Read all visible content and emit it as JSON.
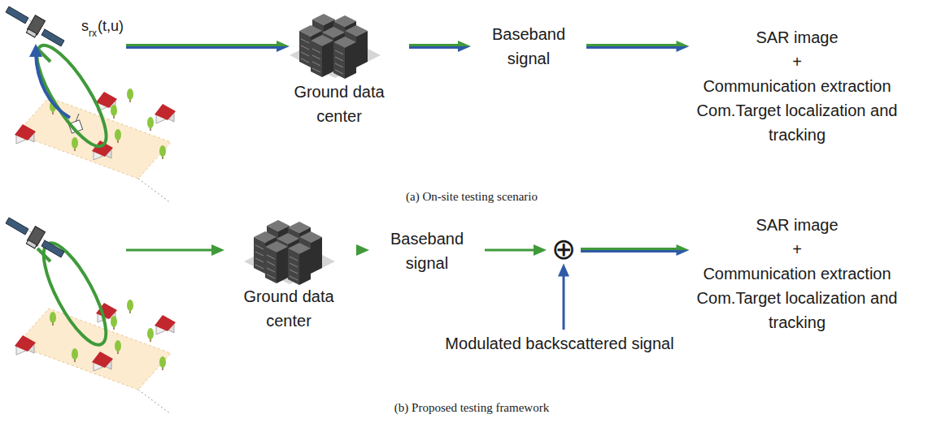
{
  "diagram": {
    "nodes": [
      {
        "text": [
          "Ground data center"
        ]
      },
      {
        "text": [
          "Baseband signal"
        ]
      },
      {
        "text": [
          "SAR image",
          "+",
          "Communication extraction",
          "Com.Target localization and tracking"
        ]
      },
      {
        "text": [
          "Ground data center"
        ]
      },
      {
        "text": [
          "Baseband signal"
        ]
      },
      {
        "text": [
          "⊕"
        ]
      },
      {
        "text": [
          "Modulated backscattered signal"
        ]
      },
      {
        "text": [
          "SAR image",
          "+",
          "Communication extraction",
          "Com.Target localization and tracking"
        ]
      }
    ],
    "edges": [
      {
        "from": 0,
        "to": 1,
        "arrow": "to"
      },
      {
        "from": 1,
        "to": 2,
        "arrow": "to"
      },
      {
        "from": 3,
        "to": 4,
        "arrow": "to"
      },
      {
        "from": 4,
        "to": 5,
        "arrow": "to"
      },
      {
        "from": 6,
        "to": 5,
        "arrow": "to"
      },
      {
        "from": 5,
        "to": 7,
        "arrow": "to"
      }
    ],
    "labels": [
      "s",
      "rx",
      "(t,u)",
      "(a) On-site testing scenario",
      "(b) Proposed testing framework"
    ]
  }
}
